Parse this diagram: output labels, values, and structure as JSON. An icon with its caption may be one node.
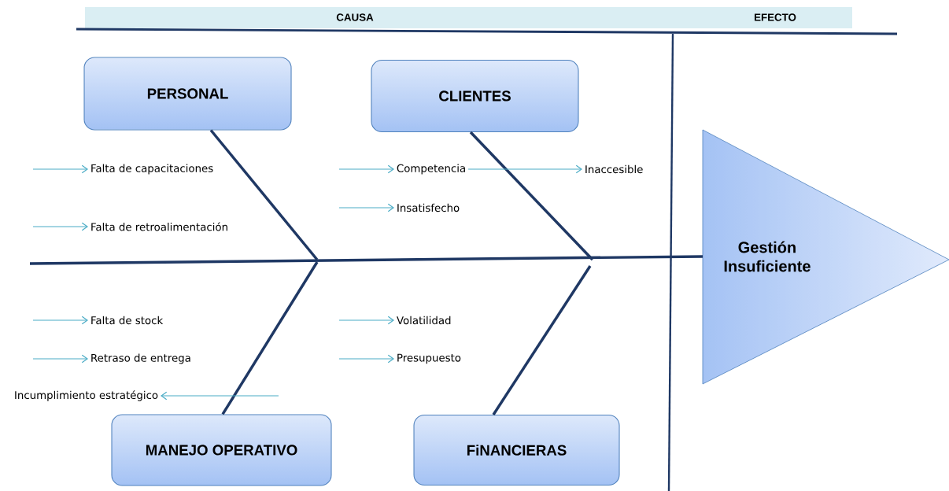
{
  "diagram": {
    "nodes": [
      {
        "text": [
          "PERSONAL"
        ]
      },
      {
        "text": [
          "CLIENTES"
        ]
      },
      {
        "text": [
          "Falta de capacitaciones"
        ]
      },
      {
        "text": [
          "Competencia"
        ]
      },
      {
        "text": [
          "Inaccesible"
        ]
      },
      {
        "text": [
          "Insatisfecho"
        ]
      },
      {
        "text": [
          "Falta de retroalimentación"
        ]
      },
      {
        "text": [
          "Gestión Insuficiente"
        ]
      },
      {
        "text": [
          "Falta de stock"
        ]
      },
      {
        "text": [
          "Volatilidad"
        ]
      },
      {
        "text": [
          "Retraso de entrega"
        ]
      },
      {
        "text": [
          "Presupuesto"
        ]
      },
      {
        "text": [
          "Incumplimiento estratégico"
        ]
      },
      {
        "text": [
          "MANEJO OPERATIVO"
        ]
      },
      {
        "text": [
          "FiNANCIERAS"
        ]
      }
    ],
    "edges": [
      {
        "from": null,
        "to": 7,
        "arrow": "none",
        "style": "thick",
        "color": "#1f3864"
      },
      {
        "from": 0,
        "to": null,
        "arrow": "none",
        "style": "thick",
        "color": "#1f3864"
      },
      {
        "from": 1,
        "to": null,
        "arrow": "none",
        "style": "thick",
        "color": "#1f3864"
      },
      {
        "from": 13,
        "to": null,
        "arrow": "none",
        "style": "thick",
        "color": "#1f3864"
      },
      {
        "from": 14,
        "to": null,
        "arrow": "none",
        "style": "thick",
        "color": "#1f3864"
      },
      {
        "from": null,
        "to": 2,
        "arrow": "to"
      },
      {
        "from": null,
        "to": 3,
        "arrow": "to"
      },
      {
        "from": 3,
        "to": 4,
        "arrow": "to"
      },
      {
        "from": null,
        "to": 5,
        "arrow": "to"
      },
      {
        "from": null,
        "to": 6,
        "arrow": "to"
      },
      {
        "from": null,
        "to": 8,
        "arrow": "to"
      },
      {
        "from": null,
        "to": 9,
        "arrow": "to"
      },
      {
        "from": null,
        "to": 10,
        "arrow": "to"
      },
      {
        "from": null,
        "to": 11,
        "arrow": "to"
      },
      {
        "from": null,
        "to": 12,
        "arrow": "to"
      }
    ],
    "labels": [
      "CAUSA",
      "EFECTO"
    ]
  }
}
